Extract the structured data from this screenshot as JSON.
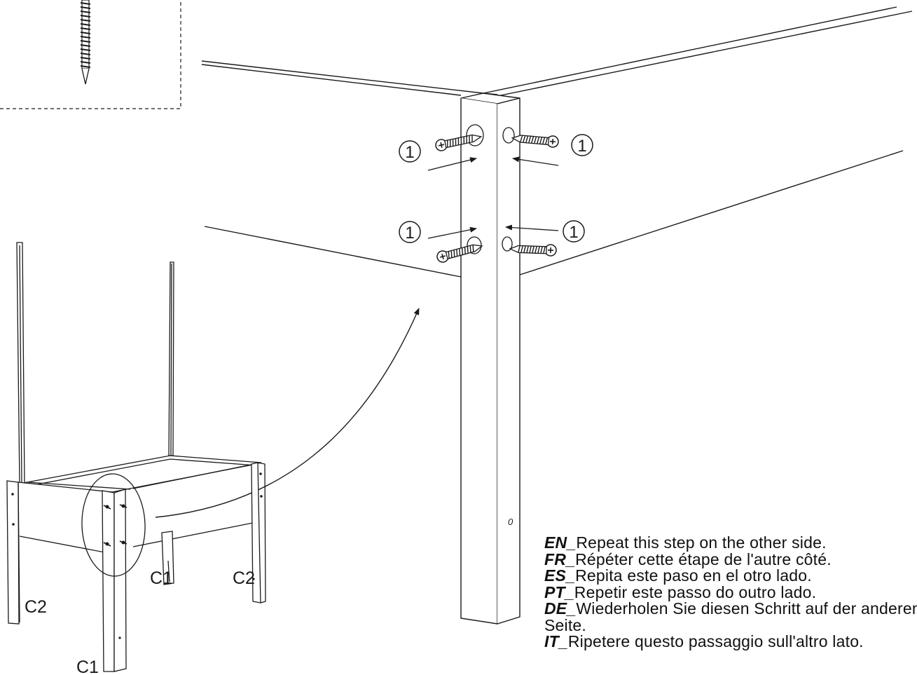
{
  "callouts": {
    "step_number": "1"
  },
  "part_labels": {
    "c1_left": "C1",
    "c1_center": "C1",
    "c2_left": "C2",
    "c2_right": "C2"
  },
  "post_mark": "0",
  "instructions": [
    {
      "code": "EN",
      "text": "Repeat this step on the other side."
    },
    {
      "code": "FR",
      "text": "Répéter cette étape de l'autre côté."
    },
    {
      "code": "ES",
      "text": "Repita este paso en el otro lado."
    },
    {
      "code": "PT",
      "text": "Repetir este passo do outro lado."
    },
    {
      "code": "DE",
      "text": "Wiederholen Sie diesen Schritt auf der anderen Seite."
    },
    {
      "code": "IT",
      "text": "Ripetere questo passaggio sull'altro lato."
    }
  ],
  "colors": {
    "line": "#1a1a1a",
    "background": "#ffffff"
  }
}
